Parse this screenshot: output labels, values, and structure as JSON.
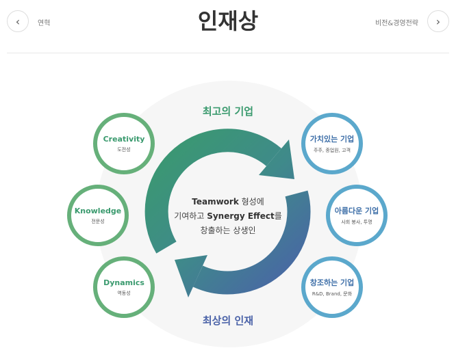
{
  "header": {
    "title": "인재상",
    "prev_label": "연혁",
    "next_label": "비전&경영전략"
  },
  "top_label": "최고의 기업",
  "bottom_label": "최상의 인재",
  "center": {
    "line1_bold": "Teamwork",
    "line1_rest": " 형성에",
    "line2_pre": "기여하고 ",
    "line2_bold": "Synergy Effect",
    "line2_post": "를",
    "line3": "창출하는 상생인"
  },
  "left_items": [
    {
      "title": "Creativity",
      "sub": "도전성"
    },
    {
      "title": "Knowledge",
      "sub": "전문성"
    },
    {
      "title": "Dynamics",
      "sub": "역동성"
    }
  ],
  "right_items": [
    {
      "title": "가치있는 기업",
      "sub": "주주, 종업원, 고객"
    },
    {
      "title": "아름다운 기업",
      "sub": "사회 봉사, 투명"
    },
    {
      "title": "창조하는 기업",
      "sub": "R&D, Brand, 문화"
    }
  ],
  "colors": {
    "green": "#3a9a6e",
    "blue": "#3e6fa8",
    "green_ring": "#66b07a",
    "blue_ring": "#5ba8cc"
  }
}
